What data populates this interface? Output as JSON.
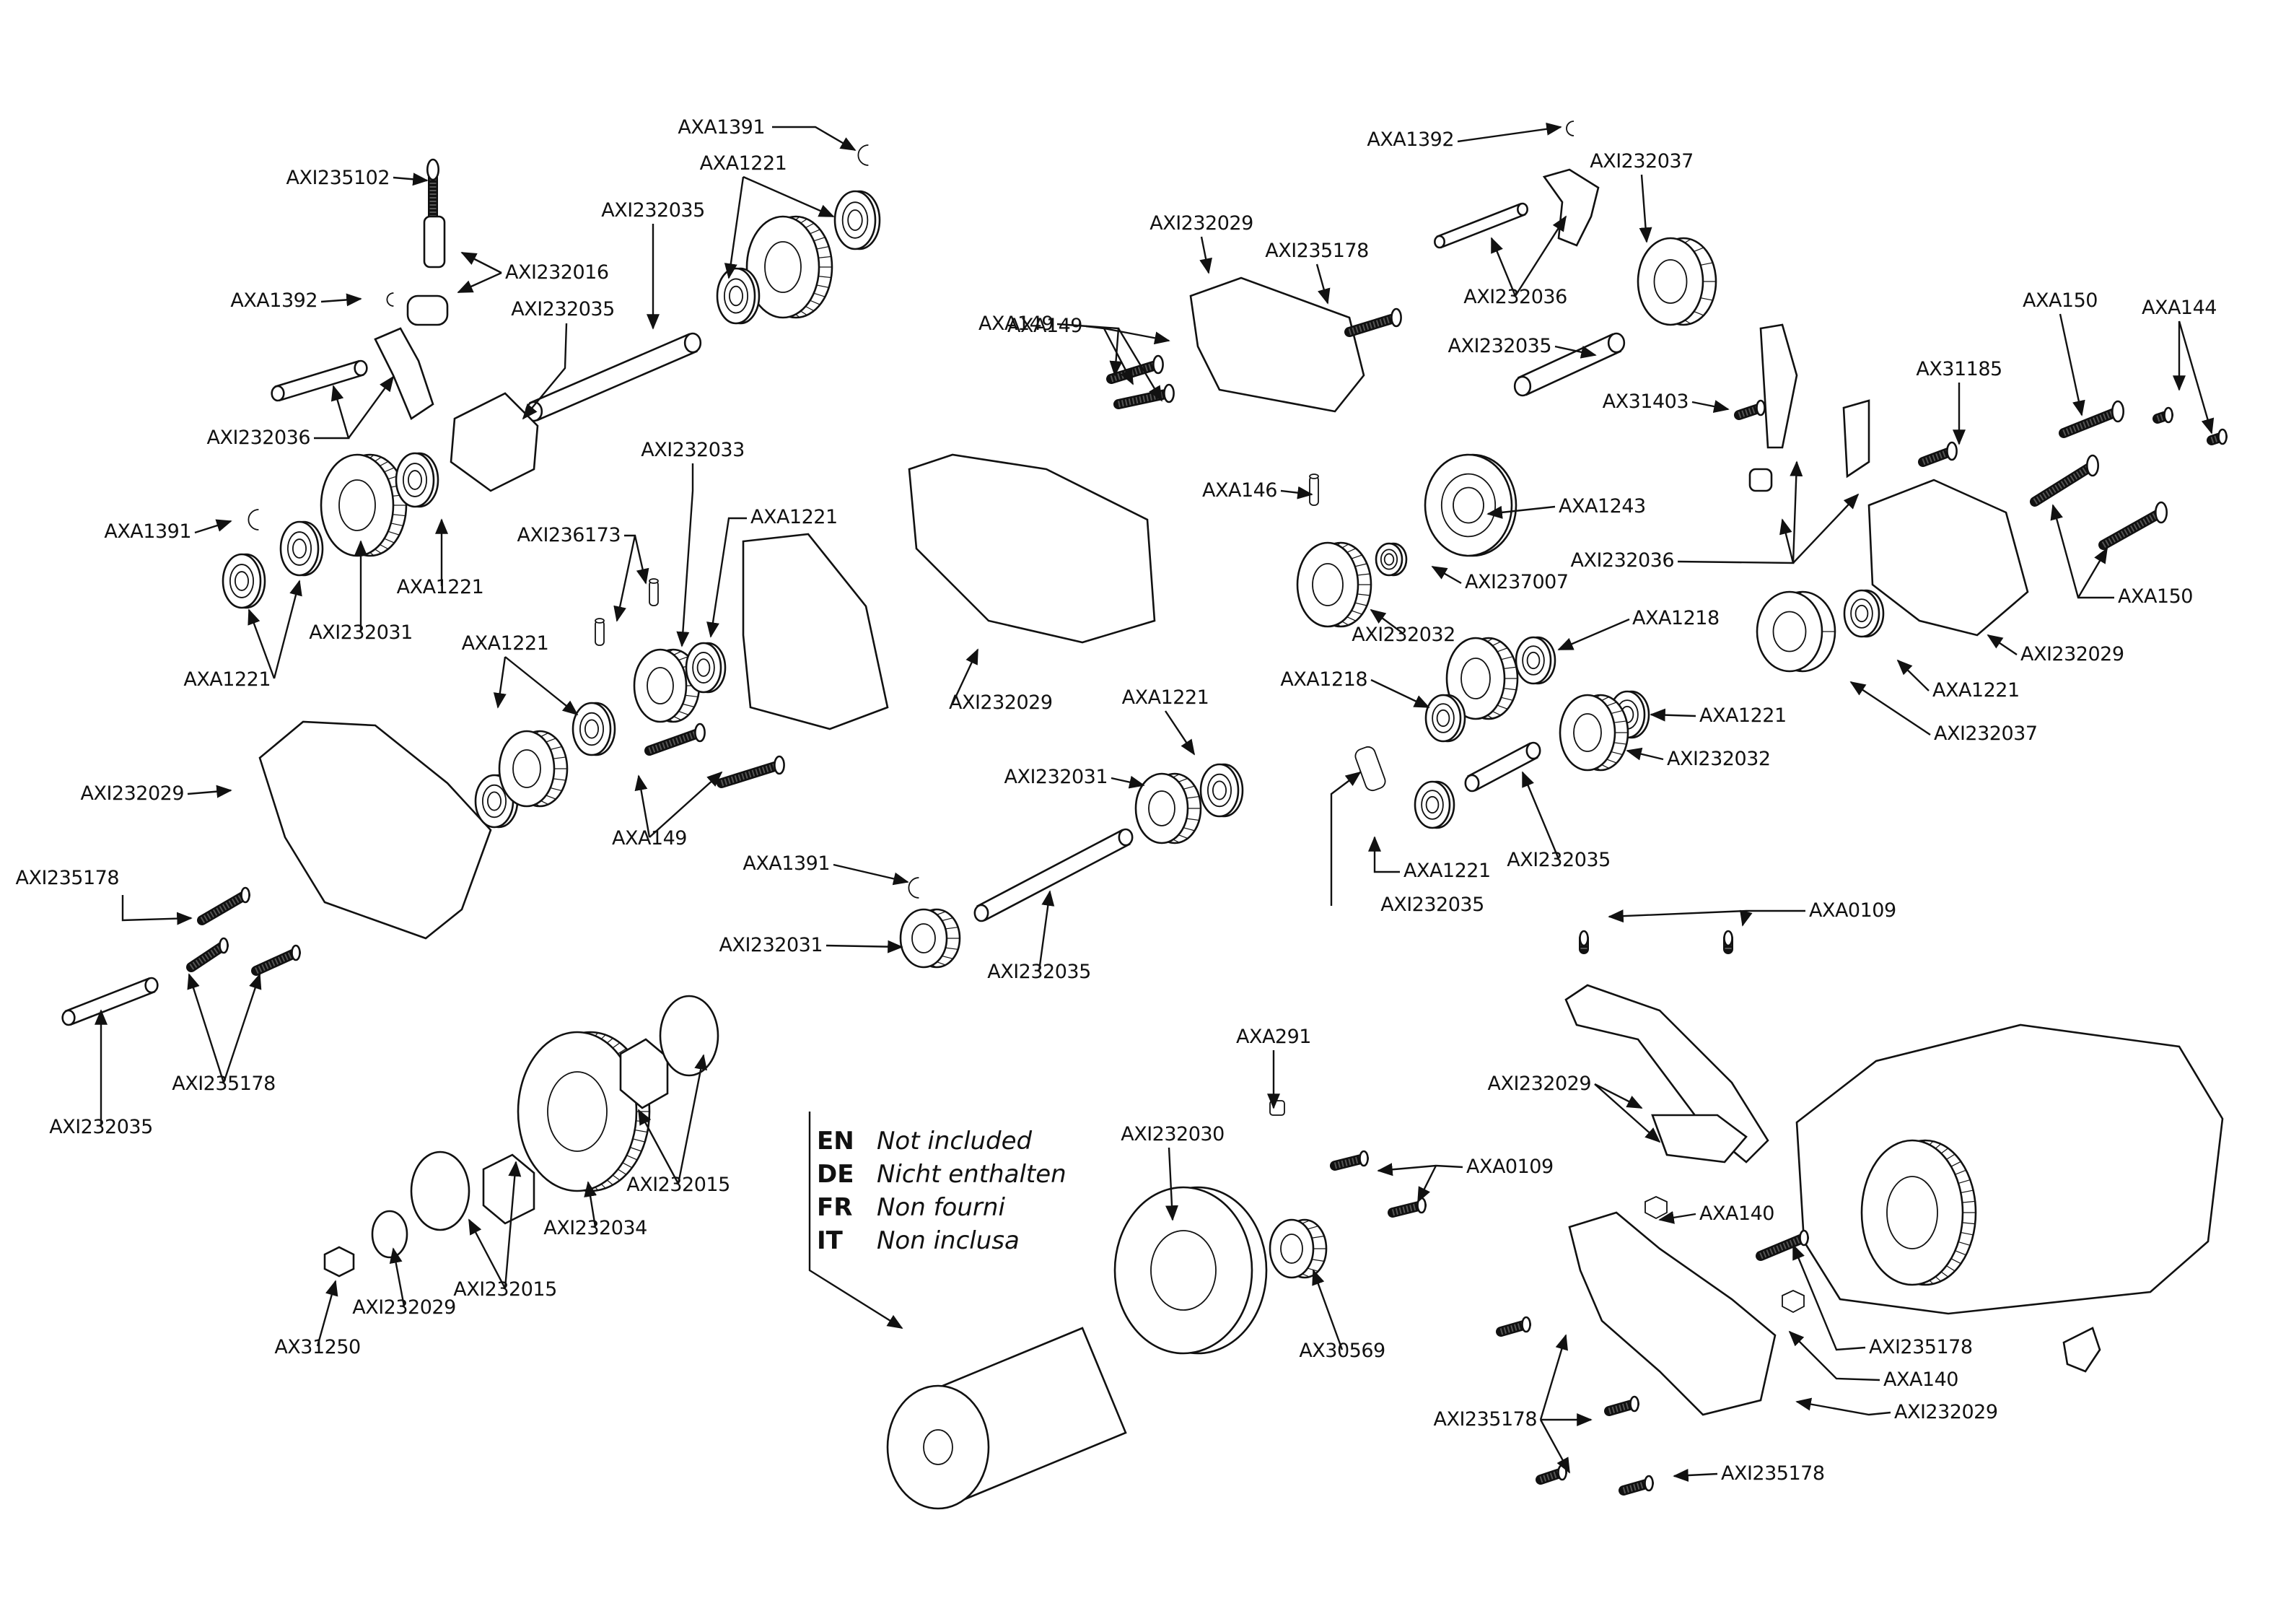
{
  "title": "Transmission exploded view",
  "legend": {
    "items": [
      {
        "code": "EN",
        "text": "Not included"
      },
      {
        "code": "DE",
        "text": "Nicht enthalten"
      },
      {
        "code": "FR",
        "text": "Non fourni"
      },
      {
        "code": "IT",
        "text": "Non inclusa"
      }
    ]
  },
  "labels": [
    "AXA1391",
    "AXI235102",
    "AXA1221",
    "AXI232035",
    "AXI232016",
    "AXA1392",
    "AXI232035",
    "AXI232036",
    "AXA1391",
    "AXI232031",
    "AXA1221",
    "AXA1221",
    "AXI236173",
    "AXI232033",
    "AXA1221",
    "AXA1221",
    "AXI232029",
    "AXA149",
    "AXI235178",
    "AXI235178",
    "AXI232035",
    "AXA149",
    "AXI232029",
    "AXI232029",
    "AXI235178",
    "AXA149",
    "AXA146",
    "AXA1221",
    "AXI232031",
    "AXA1391",
    "AXI232031",
    "AXI232035",
    "AXA1392",
    "AXI232037",
    "AXI232036",
    "AXI232035",
    "AX31403",
    "AXA1243",
    "AXI237007",
    "AXI232032",
    "AXA1218",
    "AXA1218",
    "AXA1221",
    "AXI232032",
    "AXA1221",
    "AXI232035",
    "AXI232035",
    "AXI232036",
    "AX31185",
    "AXA150",
    "AXA144",
    "AXA150",
    "AXI232029",
    "AXA1221",
    "AXI232037",
    "AXA0109",
    "AXI232029",
    "AXA291",
    "AXI232030",
    "AXA0109",
    "AXA140",
    "AXI235178",
    "AXA140",
    "AXI232029",
    "AXI235178",
    "AXI235178",
    "AX30569",
    "AXI232015",
    "AXI232034",
    "AXI232015",
    "AXI232029",
    "AX31250"
  ]
}
